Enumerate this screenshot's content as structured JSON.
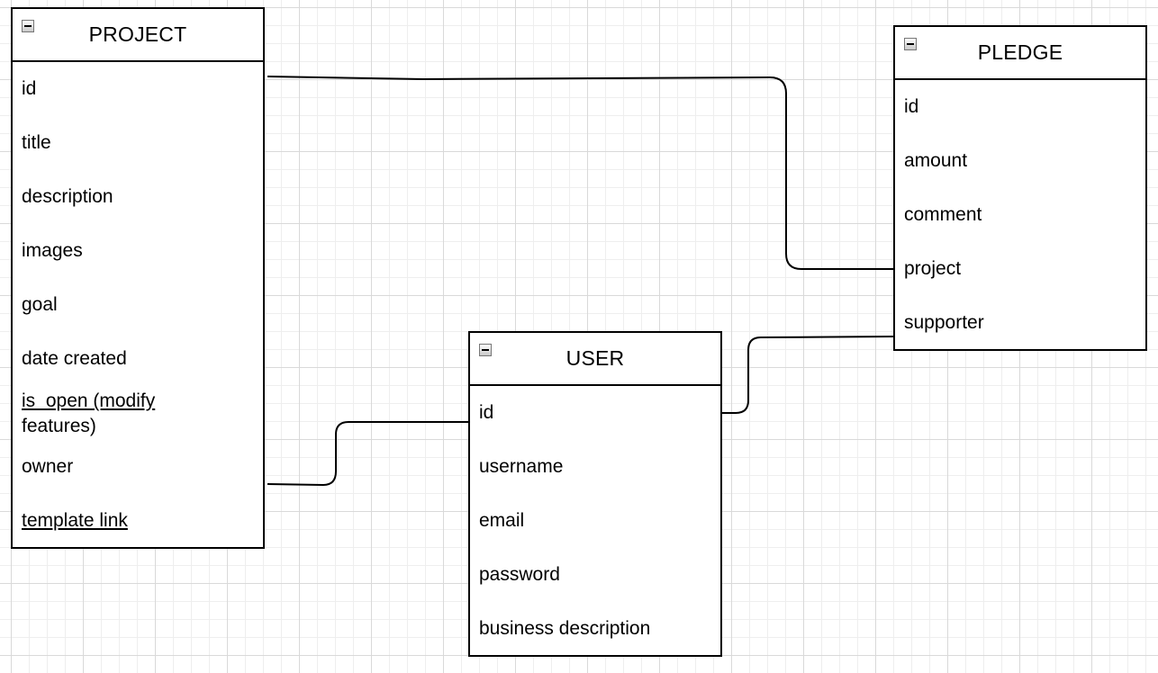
{
  "diagram": {
    "entities": {
      "project": {
        "title": "PROJECT",
        "attributes": [
          "id",
          "title",
          "description",
          "images",
          "goal",
          "date created"
        ],
        "is_open_line1": "is_open (modify",
        "is_open_line2": "features)",
        "owner": "owner",
        "template_link": "template link"
      },
      "pledge": {
        "title": "PLEDGE",
        "attributes": [
          "id",
          "amount",
          "comment",
          "project",
          "supporter"
        ]
      },
      "user": {
        "title": "USER",
        "attributes": [
          "id",
          "username",
          "email",
          "password",
          "business description"
        ]
      }
    },
    "relationships": [
      {
        "from": "PROJECT.id",
        "to": "PLEDGE.project"
      },
      {
        "from": "PROJECT.owner",
        "to": "USER.id"
      },
      {
        "from": "USER.id",
        "to": "PLEDGE.supporter"
      }
    ],
    "colors": {
      "grid_major": "#d9d9d9",
      "grid_minor": "#eeeeee",
      "border": "#000000"
    }
  }
}
